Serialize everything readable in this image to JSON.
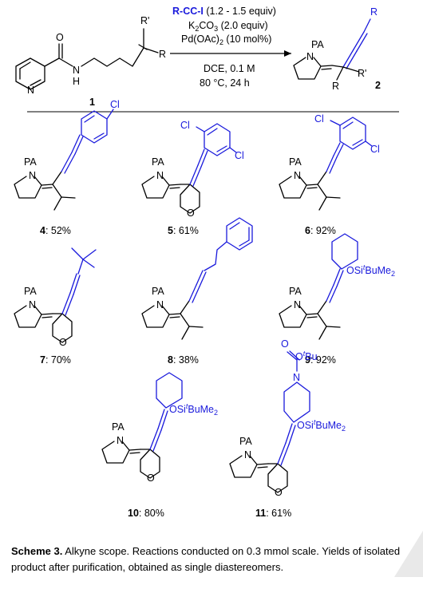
{
  "reaction": {
    "reagent_bold": "R-CC-I",
    "reagent_rest": " (1.2 - 1.5 equiv)",
    "base_a": "K",
    "base_sub": "2",
    "base_b": "CO",
    "base_sub2": "3",
    "base_c": " (2.0 equiv)",
    "cat_a": "Pd(OAc)",
    "cat_sub": "2",
    "cat_b": " (10 mol%)",
    "solvent": "DCE, 0.1 M",
    "temp_time": "80 °C, 24 h",
    "sm_label": "1",
    "product_label": "2"
  },
  "atoms": {
    "O": "O",
    "N": "N",
    "H": "H",
    "R": "R",
    "Rp": "R'",
    "PA": "PA",
    "Cl": "Cl",
    "OSi_a": "OSi",
    "OSi_t": "t",
    "OSi_b": "BuMe",
    "OSi_2": "2",
    "Boc_a": "O",
    "Boc_t": "t",
    "Boc_b": "Bu"
  },
  "compounds": [
    {
      "num": "4",
      "yield": ": 52%"
    },
    {
      "num": "5",
      "yield": ": 61%"
    },
    {
      "num": "6",
      "yield": ": 92%"
    },
    {
      "num": "7",
      "yield": ": 70%"
    },
    {
      "num": "8",
      "yield": ": 38%"
    },
    {
      "num": "9",
      "yield": ": 92%"
    },
    {
      "num": "10",
      "yield": ": 80%"
    },
    {
      "num": "11",
      "yield": ": 61%"
    }
  ],
  "caption": {
    "label": "Scheme 3.",
    "text": " Alkyne scope. Reactions conducted on 0.3 mmol scale. Yields of isolated product after purification, obtained as single diastereomers."
  },
  "colors": {
    "accent": "#1a1adc",
    "ink": "#000000"
  }
}
